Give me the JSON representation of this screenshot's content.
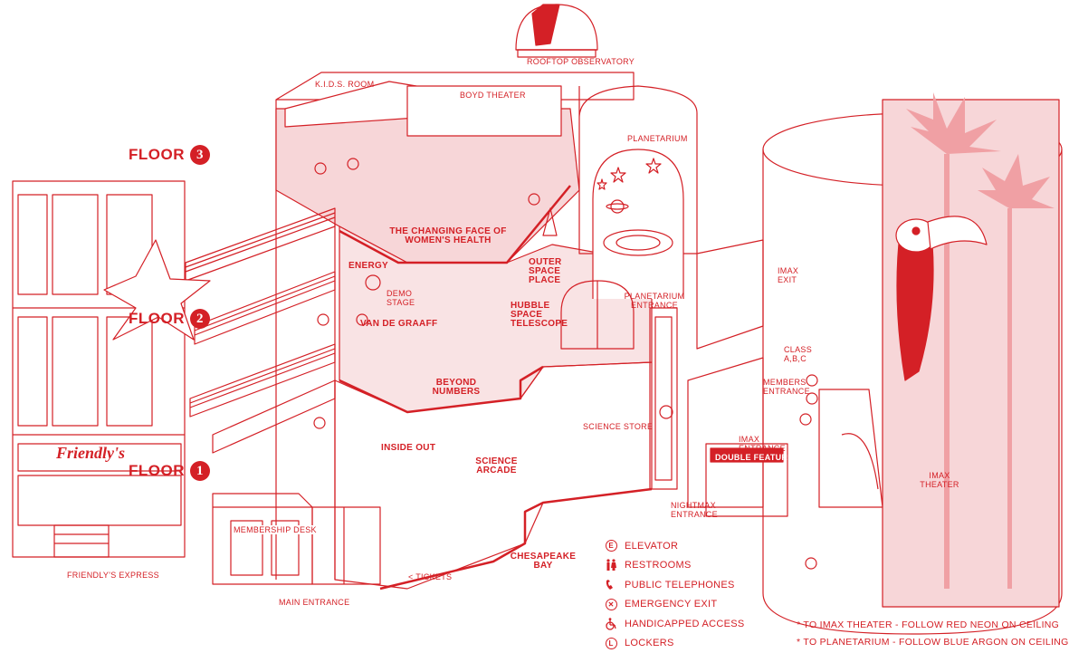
{
  "floors": {
    "floor3": {
      "label": "FLOOR",
      "number": "3"
    },
    "floor2": {
      "label": "FLOOR",
      "number": "2"
    },
    "floor1": {
      "label": "FLOOR",
      "number": "1"
    }
  },
  "labels": {
    "rooftop_observatory": "ROOFTOP OBSERVATORY",
    "kids_room": "K.I.D.S. ROOM",
    "boyd_theater": "BOYD THEATER",
    "planetarium": "PLANETARIUM",
    "changing_face": "THE CHANGING FACE OF WOMEN'S HEALTH",
    "energy": "ENERGY",
    "demo_stage": "DEMO STAGE",
    "outer_space_place": "OUTER SPACE PLACE",
    "hubble": "HUBBLE SPACE TELESCOPE",
    "planetarium_entrance": "PLANETARIUM ENTRANCE",
    "van_de_graaff": "VAN DE GRAAFF",
    "beyond_numbers": "BEYOND NUMBERS",
    "imax_exit": "IMAX EXIT",
    "class_abc": "CLASS A,B,C",
    "members_entrance": "MEMBERS ENTRANCE",
    "imax_entrance": "IMAX ENTRANCE",
    "imax_theater": "IMAX THEATER",
    "inside_out": "INSIDE OUT",
    "science_store": "SCIENCE STORE",
    "science_arcade": "SCIENCE ARCADE",
    "double_feature": "DOUBLE FEATURE",
    "nightmax_entrance": "NIGHTMAX ENTRANCE",
    "membership_desk": "MEMBERSHIP DESK",
    "chesapeake_bay": "CHESAPEAKE BAY",
    "tickets": "< TICKETS",
    "friendlys_express": "FRIENDLY'S EXPRESS",
    "friendlys_sign": "Friendly's",
    "main_entrance": "MAIN ENTRANCE"
  },
  "legend": [
    {
      "icon": "elevator-icon",
      "label": "ELEVATOR"
    },
    {
      "icon": "restrooms-icon",
      "label": "RESTROOMS"
    },
    {
      "icon": "telephone-icon",
      "label": "PUBLIC TELEPHONES"
    },
    {
      "icon": "emergency-exit-icon",
      "label": "EMERGENCY EXIT"
    },
    {
      "icon": "handicapped-icon",
      "label": "HANDICAPPED ACCESS"
    },
    {
      "icon": "lockers-icon",
      "label": "LOCKERS"
    }
  ],
  "notes": [
    "* TO IMAX THEATER - FOLLOW RED NEON ON CEILING",
    "* TO PLANETARIUM - FOLLOW BLUE ARGON ON CEILING"
  ],
  "colors": {
    "ink": "#d42026",
    "tint": "#f7d6d8",
    "paper": "#ffffff"
  }
}
